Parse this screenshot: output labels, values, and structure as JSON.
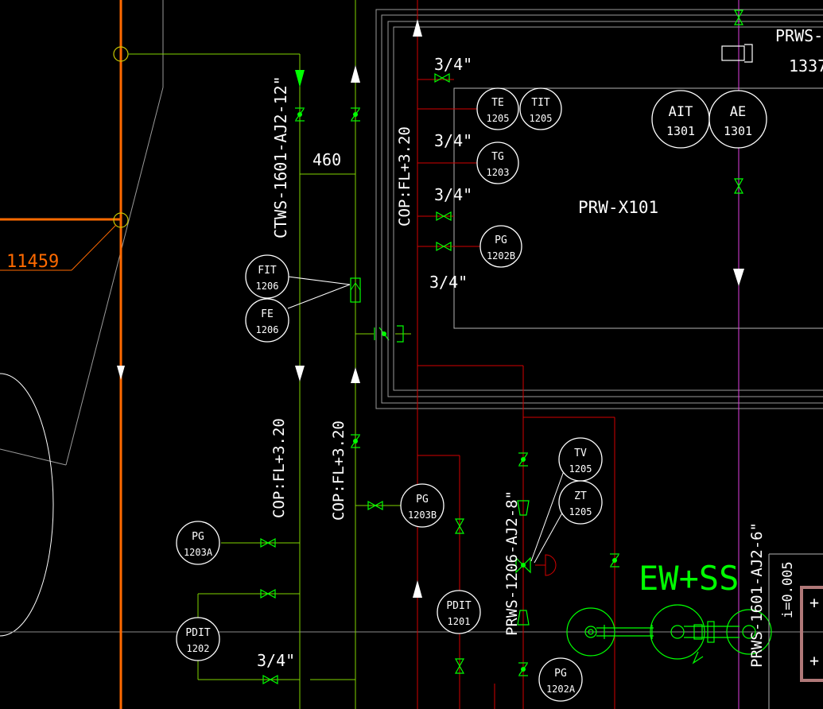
{
  "drawing": {
    "equipment_tag": "PRW-X101",
    "partial_tag_top_right": "PRWS-",
    "partial_number_top_right": "1337",
    "elevation_label": "COP:FL+3.20",
    "dimension_460": "460",
    "dimension_11459": "11459",
    "slope_label": "i=0.005",
    "area_label": "EW+SS",
    "size_label": "3/4\""
  },
  "lines": {
    "ctws": "CTWS-1601-AJ2-12\"",
    "prws_1206": "PRWS-1206-AJ2-8\"",
    "prws_1601": "PRWS-1601-AJ2-6\""
  },
  "instruments": [
    {
      "id": "te-1205",
      "tag": "TE",
      "num": "1205"
    },
    {
      "id": "tit-1205",
      "tag": "TIT",
      "num": "1205"
    },
    {
      "id": "tg-1203",
      "tag": "TG",
      "num": "1203"
    },
    {
      "id": "pg-1202b",
      "tag": "PG",
      "num": "1202B"
    },
    {
      "id": "ait-1301",
      "tag": "AIT",
      "num": "1301"
    },
    {
      "id": "ae-1301",
      "tag": "AE",
      "num": "1301"
    },
    {
      "id": "fit-1206",
      "tag": "FIT",
      "num": "1206"
    },
    {
      "id": "fe-1206",
      "tag": "FE",
      "num": "1206"
    },
    {
      "id": "pg-1203b",
      "tag": "PG",
      "num": "1203B"
    },
    {
      "id": "pg-1203a",
      "tag": "PG",
      "num": "1203A"
    },
    {
      "id": "pdit-1202",
      "tag": "PDIT",
      "num": "1202"
    },
    {
      "id": "pdit-1201",
      "tag": "PDIT",
      "num": "1201"
    },
    {
      "id": "tv-1205",
      "tag": "TV",
      "num": "1205"
    },
    {
      "id": "zt-1205",
      "tag": "ZT",
      "num": "1205"
    },
    {
      "id": "pg-1202a",
      "tag": "PG",
      "num": "1202A"
    }
  ],
  "colors": {
    "background": "#000000",
    "pipe_green": "#00ff00",
    "pipe_red": "#d40000",
    "pipe_orange": "#ff6a00",
    "pipe_magenta": "#ff33ff",
    "instrument_white": "#ffffff",
    "border_gray": "#9a9a9a",
    "frame_brown": "#b07878"
  }
}
